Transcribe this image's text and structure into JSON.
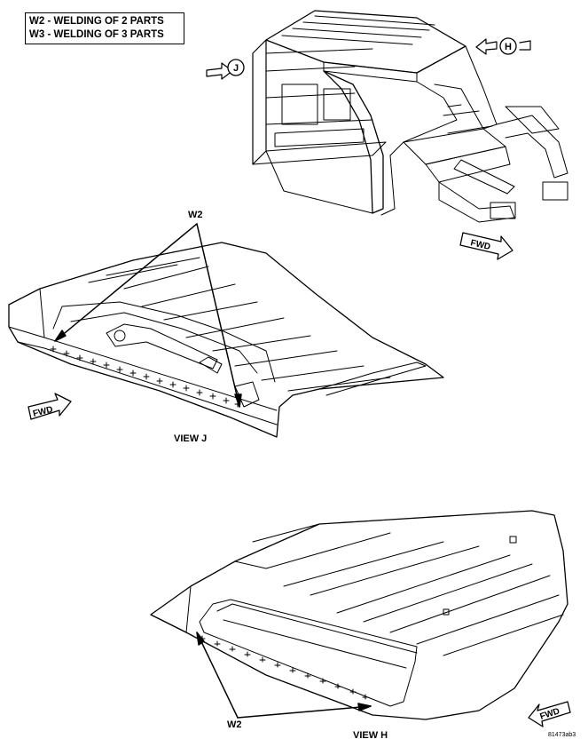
{
  "legend": {
    "w2": "W2 - WELDING OF 2 PARTS",
    "w3": "W3 - WELDING OF 3 PARTS"
  },
  "callouts": {
    "view_j_w2": "W2",
    "view_h_w2": "W2"
  },
  "view_markers": {
    "j": "J",
    "h": "H"
  },
  "fwd_arrows": {
    "top": "FWD",
    "view_j": "FWD",
    "view_h": "FWD"
  },
  "captions": {
    "view_j": "VIEW J",
    "view_h": "VIEW H"
  },
  "figure_id": "81473ab3",
  "colors": {
    "ink": "#000000",
    "background": "#ffffff"
  }
}
